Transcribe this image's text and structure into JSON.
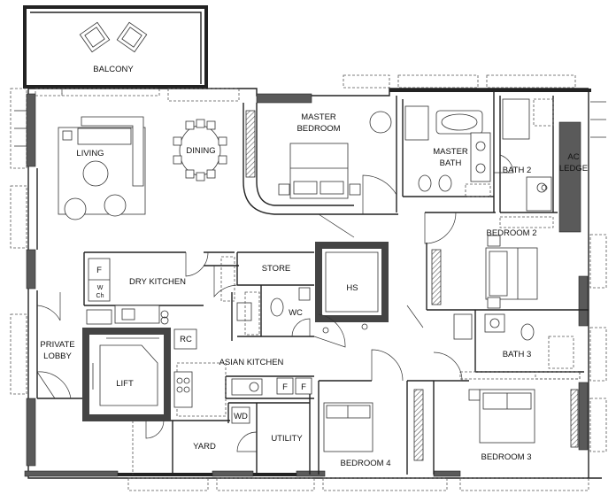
{
  "rooms": {
    "balcony": "BALCONY",
    "living": "LIVING",
    "dining": "DINING",
    "master_bedroom_line1": "MASTER",
    "master_bedroom_line2": "BEDROOM",
    "master_bath_line1": "MASTER",
    "master_bath_line2": "BATH",
    "bath2": "BATH 2",
    "ac_ledge_line1": "AC",
    "ac_ledge_line2": "LEDGE",
    "bedroom2": "BEDROOM 2",
    "dry_kitchen": "DRY KITCHEN",
    "store": "STORE",
    "hs": "HS",
    "wc": "WC",
    "private_lobby_line1": "PRIVATE",
    "private_lobby_line2": "LOBBY",
    "lift": "LIFT",
    "rc": "RC",
    "asian_kitchen": "ASIAN KITCHEN",
    "bath3": "BATH 3",
    "yard": "YARD",
    "wd": "WD",
    "utility": "UTILITY",
    "bedroom4": "BEDROOM 4",
    "bedroom3": "BEDROOM 3"
  },
  "fixtures": {
    "fridge_dry": "F",
    "wine_chiller_line1": "W",
    "wine_chiller_line2": "Ch",
    "fridge_a": "F",
    "fridge_b": "F"
  }
}
